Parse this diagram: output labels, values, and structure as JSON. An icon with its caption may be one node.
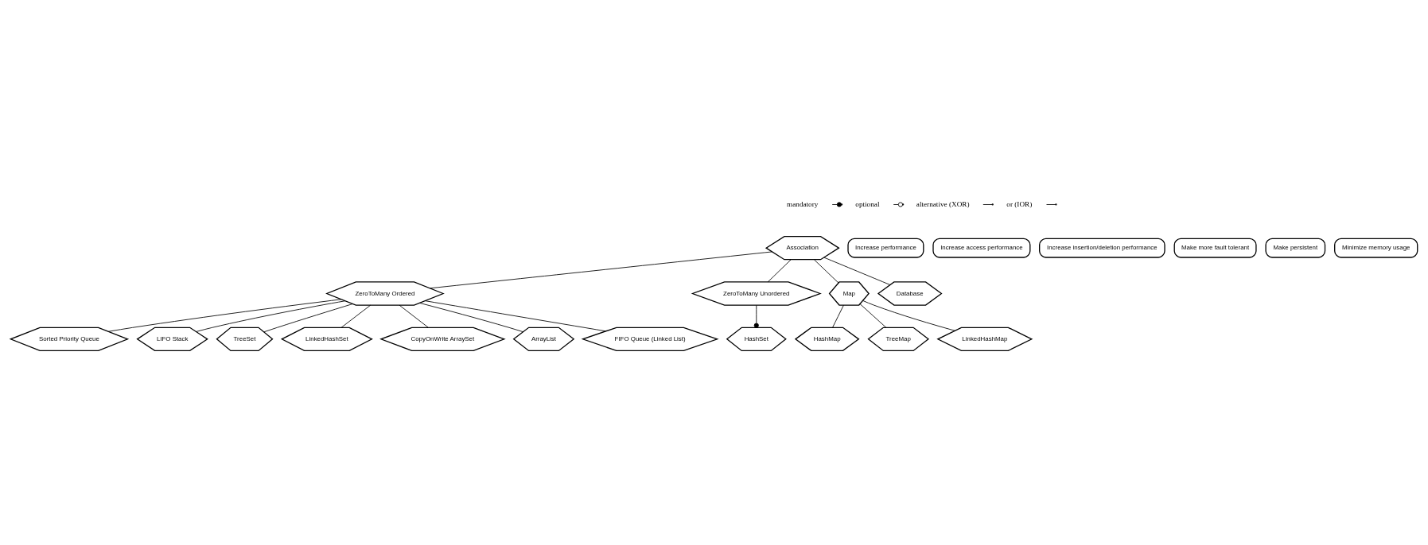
{
  "diagram": {
    "nodes": [
      {
        "text": [
          "Association"
        ]
      },
      {
        "text": [
          "ZeroToMany Ordered"
        ]
      },
      {
        "text": [
          "ZeroToMany Unordered"
        ]
      },
      {
        "text": [
          "Map"
        ]
      },
      {
        "text": [
          "Database"
        ]
      },
      {
        "text": [
          "Sorted Priority Queue"
        ]
      },
      {
        "text": [
          "LIFO Stack"
        ]
      },
      {
        "text": [
          "TreeSet"
        ]
      },
      {
        "text": [
          "LinkedHashSet"
        ]
      },
      {
        "text": [
          "CopyOnWrite ArraySet"
        ]
      },
      {
        "text": [
          "ArrayList"
        ]
      },
      {
        "text": [
          "FIFO Queue (Linked List)"
        ]
      },
      {
        "text": [
          "HashSet"
        ]
      },
      {
        "text": [
          "HashMap"
        ]
      },
      {
        "text": [
          "TreeMap"
        ]
      },
      {
        "text": [
          "LinkedHashMap"
        ]
      },
      {
        "text": [
          "Increase performance"
        ]
      },
      {
        "text": [
          "Increase access performance"
        ]
      },
      {
        "text": [
          "Increase insertion/deletion performance"
        ]
      },
      {
        "text": [
          "Make more fault tolerant"
        ]
      },
      {
        "text": [
          "Make persistent"
        ]
      },
      {
        "text": [
          "Minimize memory usage"
        ]
      }
    ],
    "edges": [
      {
        "from": 0,
        "to": 1,
        "arrow": "none"
      },
      {
        "from": 0,
        "to": 2,
        "arrow": "none"
      },
      {
        "from": 0,
        "to": 3,
        "arrow": "none"
      },
      {
        "from": 0,
        "to": 4,
        "arrow": "none"
      },
      {
        "from": 1,
        "to": 6,
        "arrow": "none"
      },
      {
        "from": 1,
        "to": 7,
        "arrow": "none"
      },
      {
        "from": 1,
        "to": 8,
        "arrow": "none"
      },
      {
        "from": 1,
        "to": 9,
        "arrow": "none"
      },
      {
        "from": 1,
        "to": 10,
        "arrow": "none"
      },
      {
        "from": 1,
        "to": 11,
        "arrow": "none"
      },
      {
        "from": 1,
        "to": 5,
        "arrow": "none"
      },
      {
        "from": 2,
        "to": 12,
        "arrow": "other"
      },
      {
        "from": 3,
        "to": 13,
        "arrow": "none"
      },
      {
        "from": 3,
        "to": 14,
        "arrow": "none"
      },
      {
        "from": 3,
        "to": 15,
        "arrow": "none"
      }
    ],
    "legend": [
      {
        "text": "mandatory"
      },
      {
        "text": "optional"
      },
      {
        "text": "alternative (XOR)"
      },
      {
        "text": "or (IOR)"
      }
    ]
  }
}
